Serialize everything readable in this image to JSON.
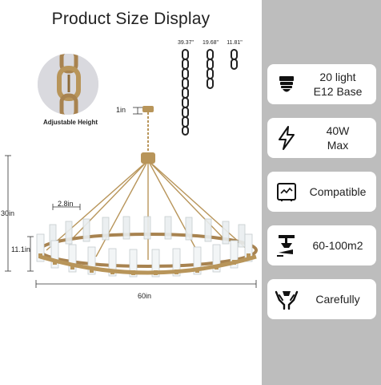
{
  "title": "Product Size Display",
  "adjustable_label": "Adjustable Height",
  "chains": [
    {
      "label": "39.37\""
    },
    {
      "label": "19.68\""
    },
    {
      "label": "11.81\""
    }
  ],
  "dimensions": {
    "canopy": "1in",
    "height": "30in",
    "candle_width": "2.8in",
    "ring_height": "11.1in",
    "diameter": "60in"
  },
  "specs": [
    {
      "icon": "bulb-base-icon",
      "line1": "20 light",
      "line2": "E12 Base"
    },
    {
      "icon": "lightning-icon",
      "line1": "40W",
      "line2": "Max"
    },
    {
      "icon": "dimmer-switch-icon",
      "line1": "Compatible",
      "line2": ""
    },
    {
      "icon": "ceiling-lamp-icon",
      "line1": "60-100m2",
      "line2": ""
    },
    {
      "icon": "hands-icon",
      "line1": "Carefully",
      "line2": ""
    }
  ],
  "colors": {
    "brass": "#b8955a",
    "panel": "#bdbdbd",
    "chain": "#222222"
  }
}
